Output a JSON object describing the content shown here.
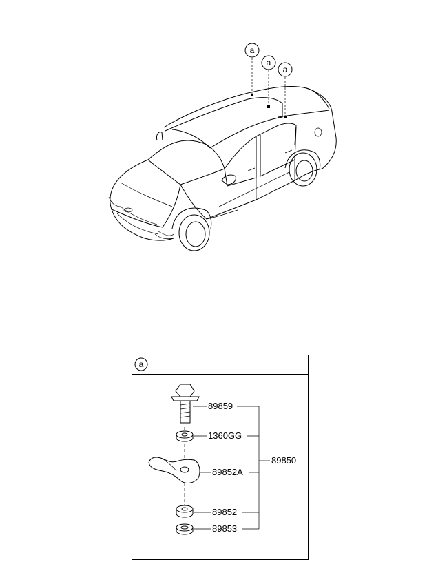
{
  "car_callouts": [
    "a",
    "a",
    "a"
  ],
  "detail": {
    "header_letter": "a",
    "parts": {
      "bolt": "89859",
      "washer": "1360GG",
      "bracket": "89852A",
      "spacer": "89852",
      "nut_washer": "89853"
    },
    "assembly": "89850"
  }
}
